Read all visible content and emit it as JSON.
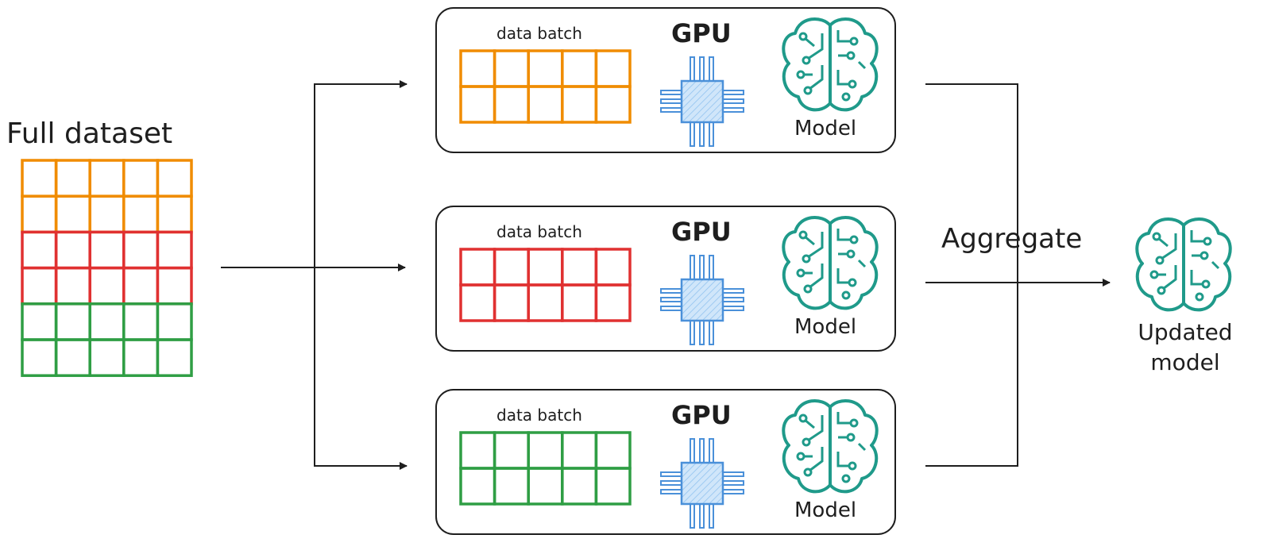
{
  "dataset": {
    "title": "Full dataset",
    "rows": 6,
    "cols": 5,
    "row_colors": [
      "#f08c00",
      "#f08c00",
      "#e03131",
      "#e03131",
      "#2f9e44",
      "#2f9e44"
    ]
  },
  "workers": [
    {
      "batch_label": "data batch",
      "gpu_label": "GPU",
      "model_label": "Model",
      "color": "#f08c00"
    },
    {
      "batch_label": "data batch",
      "gpu_label": "GPU",
      "model_label": "Model",
      "color": "#e03131"
    },
    {
      "batch_label": "data batch",
      "gpu_label": "GPU",
      "model_label": "Model",
      "color": "#2f9e44"
    }
  ],
  "aggregate": {
    "label": "Aggregate"
  },
  "output": {
    "line1": "Updated",
    "line2": "model"
  },
  "colors": {
    "gpu": "#4a90d9",
    "gpu_fill": "#d0e6fa",
    "brain": "#1f9a8a",
    "stroke": "#1e1e1e"
  }
}
